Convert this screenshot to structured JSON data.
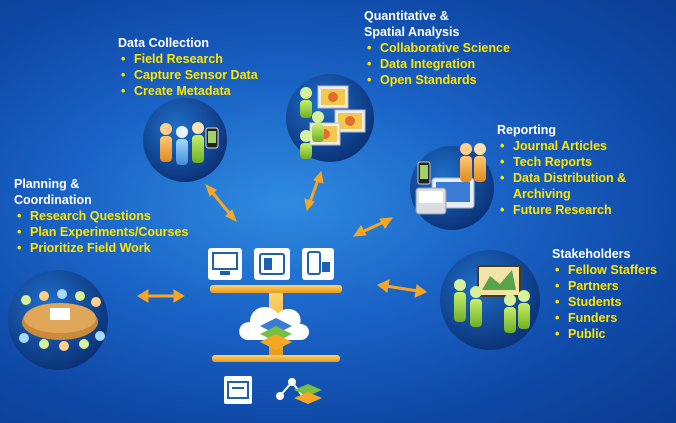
{
  "data_collection": {
    "title": "Data Collection",
    "items": [
      "Field Research",
      "Capture Sensor Data",
      "Create Metadata"
    ]
  },
  "quantitative": {
    "title_line1": "Quantitative &",
    "title_line2": "Spatial Analysis",
    "items": [
      "Collaborative Science",
      "Data Integration",
      "Open Standards"
    ]
  },
  "reporting": {
    "title": "Reporting",
    "items": [
      "Journal Articles",
      "Tech Reports",
      "Data Distribution &",
      "Archiving",
      "Future Research"
    ]
  },
  "planning": {
    "title_line1": "Planning &",
    "title_line2": "Coordination",
    "items": [
      "Research Questions",
      "Plan Experiments/Courses",
      "Prioritize Field Work"
    ]
  },
  "stakeholders": {
    "title": "Stakeholders",
    "items": [
      "Fellow Staffers",
      "Partners",
      "Students",
      "Funders",
      "Public"
    ]
  },
  "colors": {
    "bullet_text": "#ffe600",
    "arrow": "#f5a623",
    "hub_bar": "#f3b23a",
    "icon_stroke": "#1e5fb0"
  },
  "icons": {
    "hub_devices": [
      "desktop-icon",
      "tablet-icon",
      "phone-icon"
    ],
    "hub_center": "cloud-layers-icon",
    "hub_bottom": [
      "document-icon",
      "network-layers-icon"
    ]
  }
}
